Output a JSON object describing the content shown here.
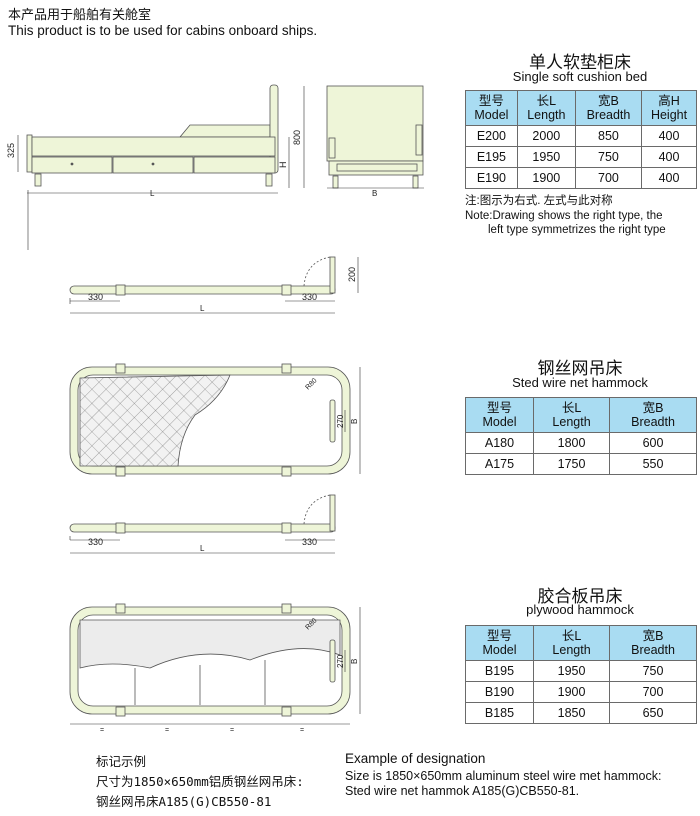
{
  "intro": {
    "cn": "本产品用于船舶有关舱室",
    "en": "This product is to be used for cabins onboard ships."
  },
  "colors": {
    "table_header": "#a9dcf2",
    "drawing_fill": "#eef5d8",
    "drawing_stroke": "#555555"
  },
  "sections": [
    {
      "title_cn": "单人软垫柜床",
      "title_en": "Single soft cushion bed",
      "headers": [
        [
          "型号",
          "Model"
        ],
        [
          "长L",
          "Length"
        ],
        [
          "宽B",
          "Breadth"
        ],
        [
          "高H",
          "Height"
        ]
      ],
      "rows": [
        [
          "E200",
          "2000",
          "850",
          "400"
        ],
        [
          "E195",
          "1950",
          "750",
          "400"
        ],
        [
          "E190",
          "1900",
          "700",
          "400"
        ]
      ],
      "note_cn": "注:图示为右式. 左式与此对称",
      "note_en_1": "Note:Drawing shows the right type, the",
      "note_en_2": "left type symmetrizes the right type"
    },
    {
      "title_cn": "钢丝网吊床",
      "title_en": "Sted wire net hammock",
      "headers": [
        [
          "型号",
          "Model"
        ],
        [
          "长L",
          "Length"
        ],
        [
          "宽B",
          "Breadth"
        ]
      ],
      "rows": [
        [
          "A180",
          "1800",
          "600"
        ],
        [
          "A175",
          "1750",
          "550"
        ]
      ]
    },
    {
      "title_cn": "胶合板吊床",
      "title_en": "plywood hammock",
      "headers": [
        [
          "型号",
          "Model"
        ],
        [
          "长L",
          "Length"
        ],
        [
          "宽B",
          "Breadth"
        ]
      ],
      "rows": [
        [
          "B195",
          "1950",
          "750"
        ],
        [
          "B190",
          "1900",
          "700"
        ],
        [
          "B185",
          "1850",
          "650"
        ]
      ]
    }
  ],
  "dims": {
    "d325": "325",
    "d800": "800",
    "H": "H",
    "L": "L",
    "B": "B",
    "d330": "330",
    "d200": "200",
    "R80": "R80",
    "d270": "270",
    "eq": "="
  },
  "designation": {
    "cn_title": "标记示例",
    "cn_line1": "尺寸为1850×650mm铝质钢丝网吊床:",
    "cn_line2": "钢丝网吊床A185(G)CB550-81",
    "en_title": "Example of designation",
    "en_line1": "Size is 1850×650mm aluminum steel wire met hammock:",
    "en_line2": "Sted wire net hammok A185(G)CB550-81."
  }
}
